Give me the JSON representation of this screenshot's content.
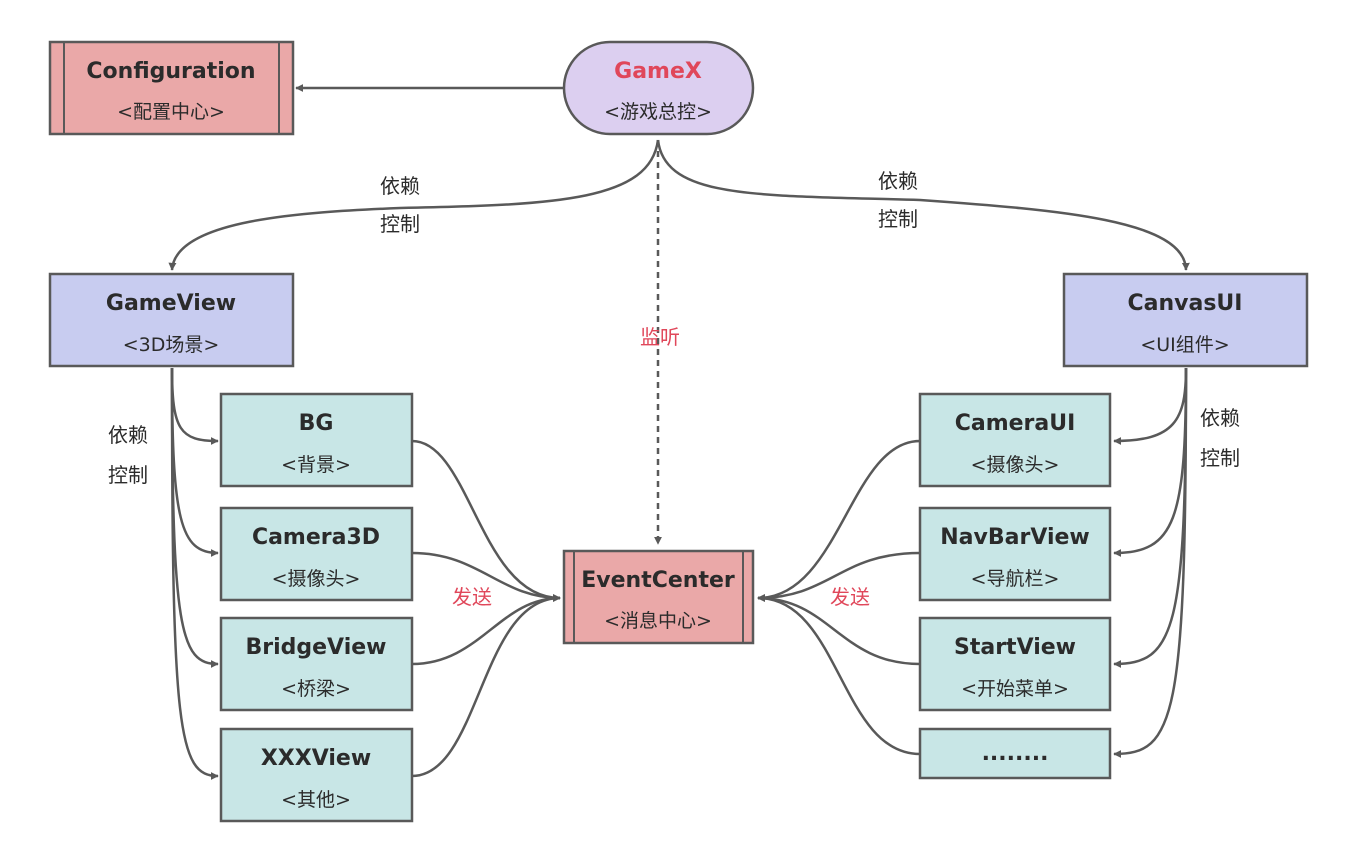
{
  "nodes": {
    "gamex": {
      "title": "GameX",
      "subtitle": "<游戏总控>"
    },
    "configuration": {
      "title": "Configuration",
      "subtitle": "<配置中心>"
    },
    "gameview": {
      "title": "GameView",
      "subtitle": "<3D场景>"
    },
    "canvasui": {
      "title": "CanvasUI",
      "subtitle": "<UI组件>"
    },
    "eventcenter": {
      "title": "EventCenter",
      "subtitle": "<消息中心>"
    },
    "bg": {
      "title": "BG",
      "subtitle": "<背景>"
    },
    "camera3d": {
      "title": "Camera3D",
      "subtitle": "<摄像头>"
    },
    "bridgeview": {
      "title": "BridgeView",
      "subtitle": "<桥梁>"
    },
    "xxxview": {
      "title": "XXXView",
      "subtitle": "<其他>"
    },
    "cameraui": {
      "title": "CameraUI",
      "subtitle": "<摄像头>"
    },
    "navbarview": {
      "title": "NavBarView",
      "subtitle": "<导航栏>"
    },
    "startview": {
      "title": "StartView",
      "subtitle": "<开始菜单>"
    },
    "more": {
      "title": "........"
    }
  },
  "edge_labels": {
    "depend": "依赖",
    "control": "控制",
    "listen": "监听",
    "send": "发送"
  },
  "colors": {
    "config_fill": "#eaa8a8",
    "gamex_fill": "#dccff0",
    "view_fill": "#c8ccf0",
    "child_fill": "#c8e6e6",
    "accent_red": "#e0475a",
    "stroke": "#595959"
  }
}
